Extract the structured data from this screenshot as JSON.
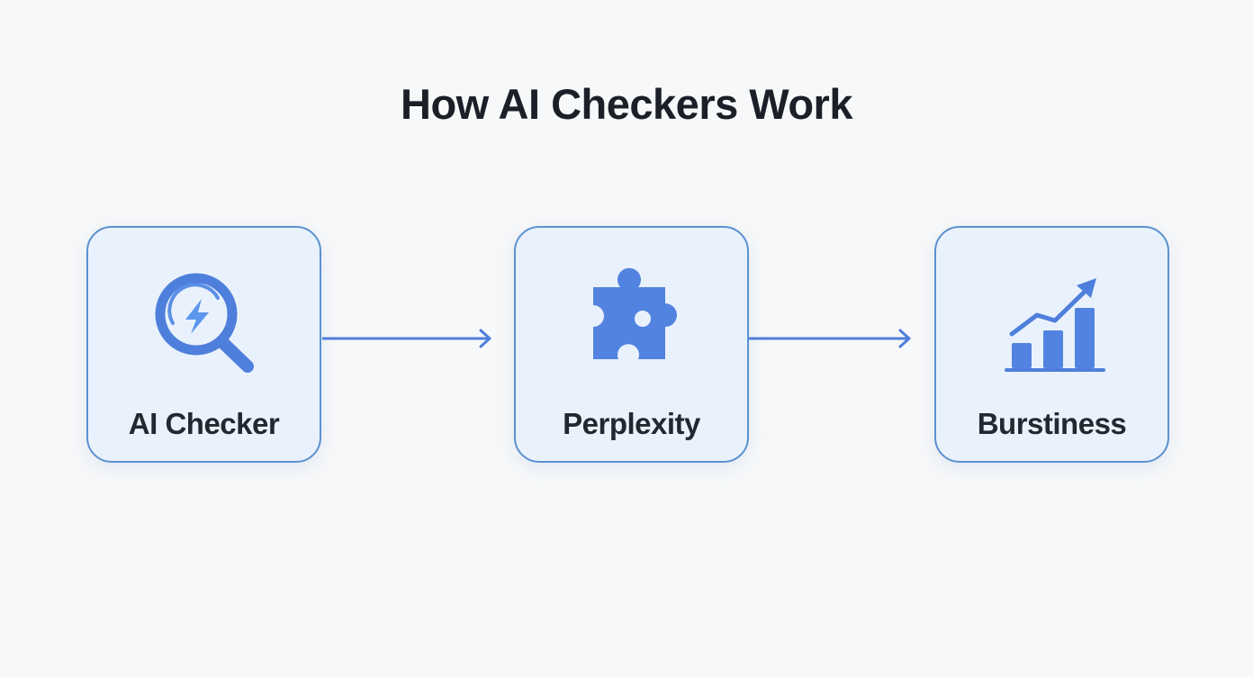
{
  "title": "How AI Checkers Work",
  "colors": {
    "accent": "#4f7fdc",
    "card_border": "#5b91cf",
    "card_fill": "#e9f2fc",
    "text": "#1b1f27",
    "background": "#f7f8f9"
  },
  "steps": [
    {
      "label": "AI Checker",
      "icon": "magnifier-lightning-icon"
    },
    {
      "label": "Perplexity",
      "icon": "puzzle-piece-icon"
    },
    {
      "label": "Burstiness",
      "icon": "bar-chart-trend-icon"
    }
  ],
  "connectors": [
    {
      "from": "AI Checker",
      "to": "Perplexity"
    },
    {
      "from": "Perplexity",
      "to": "Burstiness"
    }
  ]
}
